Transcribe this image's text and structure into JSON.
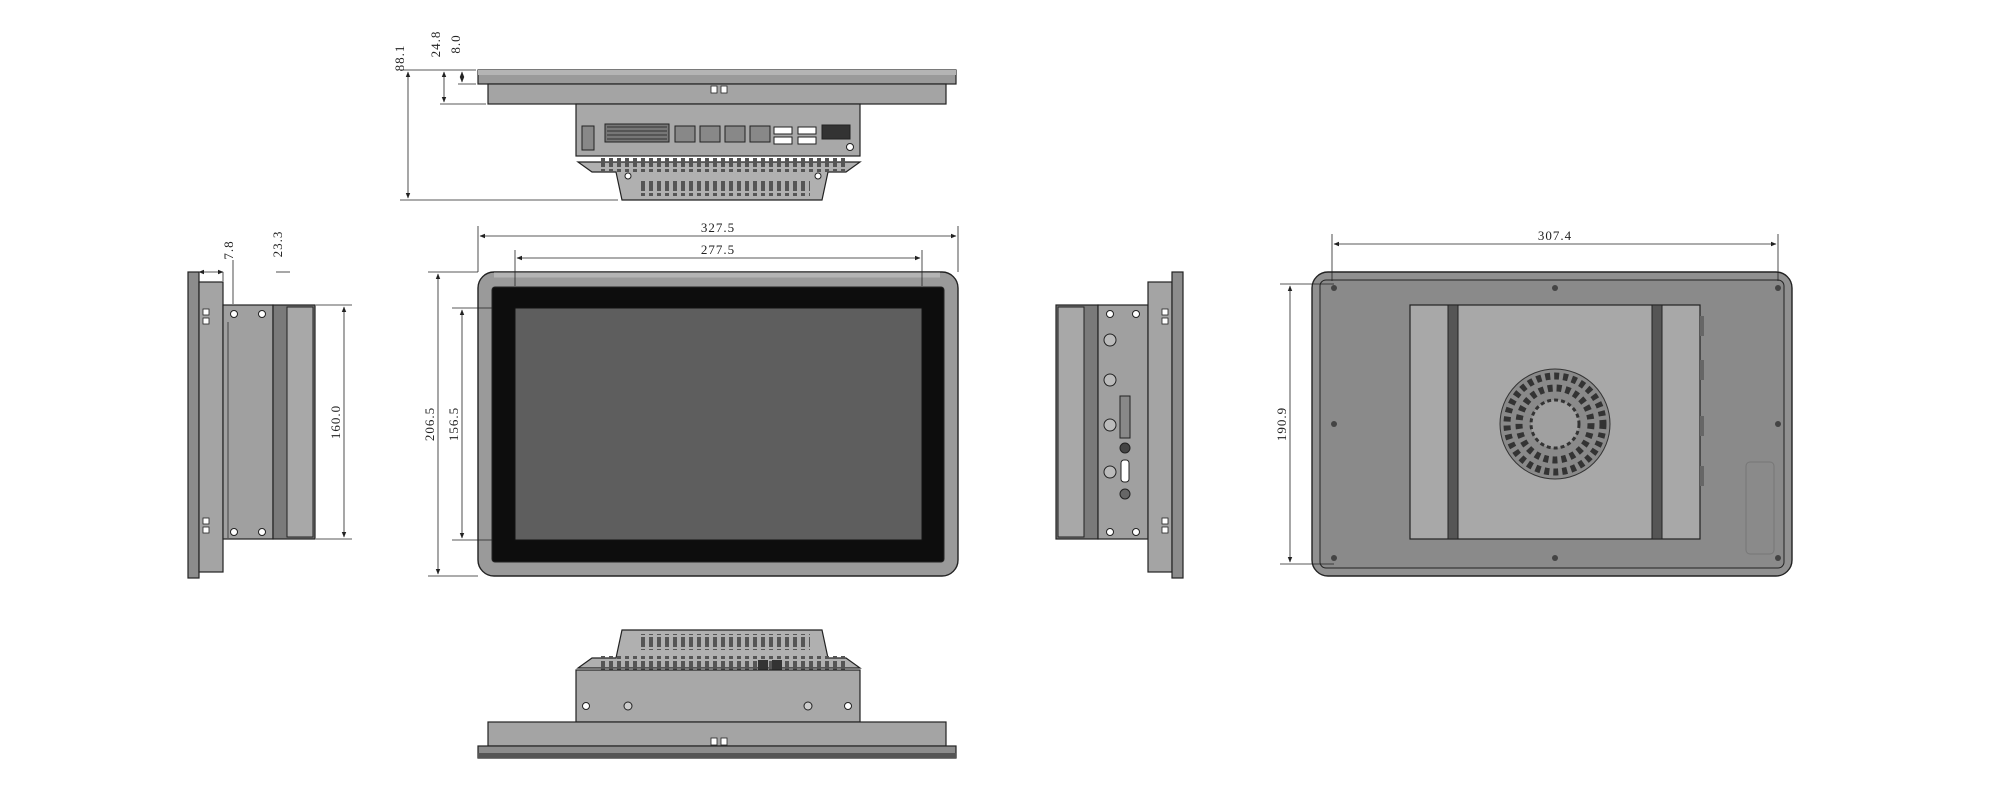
{
  "dimensions": {
    "top_total_depth": "88.1",
    "top_mount_depth": "24.8",
    "top_bezel_depth": "8.0",
    "front_width": "327.5",
    "front_display_width": "277.5",
    "front_height": "206.5",
    "front_display_height": "156.5",
    "side_bezel_depth": "7.8",
    "side_mount_depth": "23.3",
    "side_body_height": "160.0",
    "back_cutout_width": "307.4",
    "back_cutout_height": "190.9"
  },
  "colors": {
    "line": "#222222",
    "bezel_outer": "#8c8c8c",
    "bezel": "#9a9a9a",
    "bezel_highlight": "#b4b4b4",
    "screen_border": "#0d0d0d",
    "screen": "#5e5e5e",
    "housing": "#a8a8a8",
    "housing_dark": "#7a7a7a",
    "back_panel": "#909090",
    "back_inner": "#8a8a8a",
    "bracket": "#a0a0a0"
  }
}
